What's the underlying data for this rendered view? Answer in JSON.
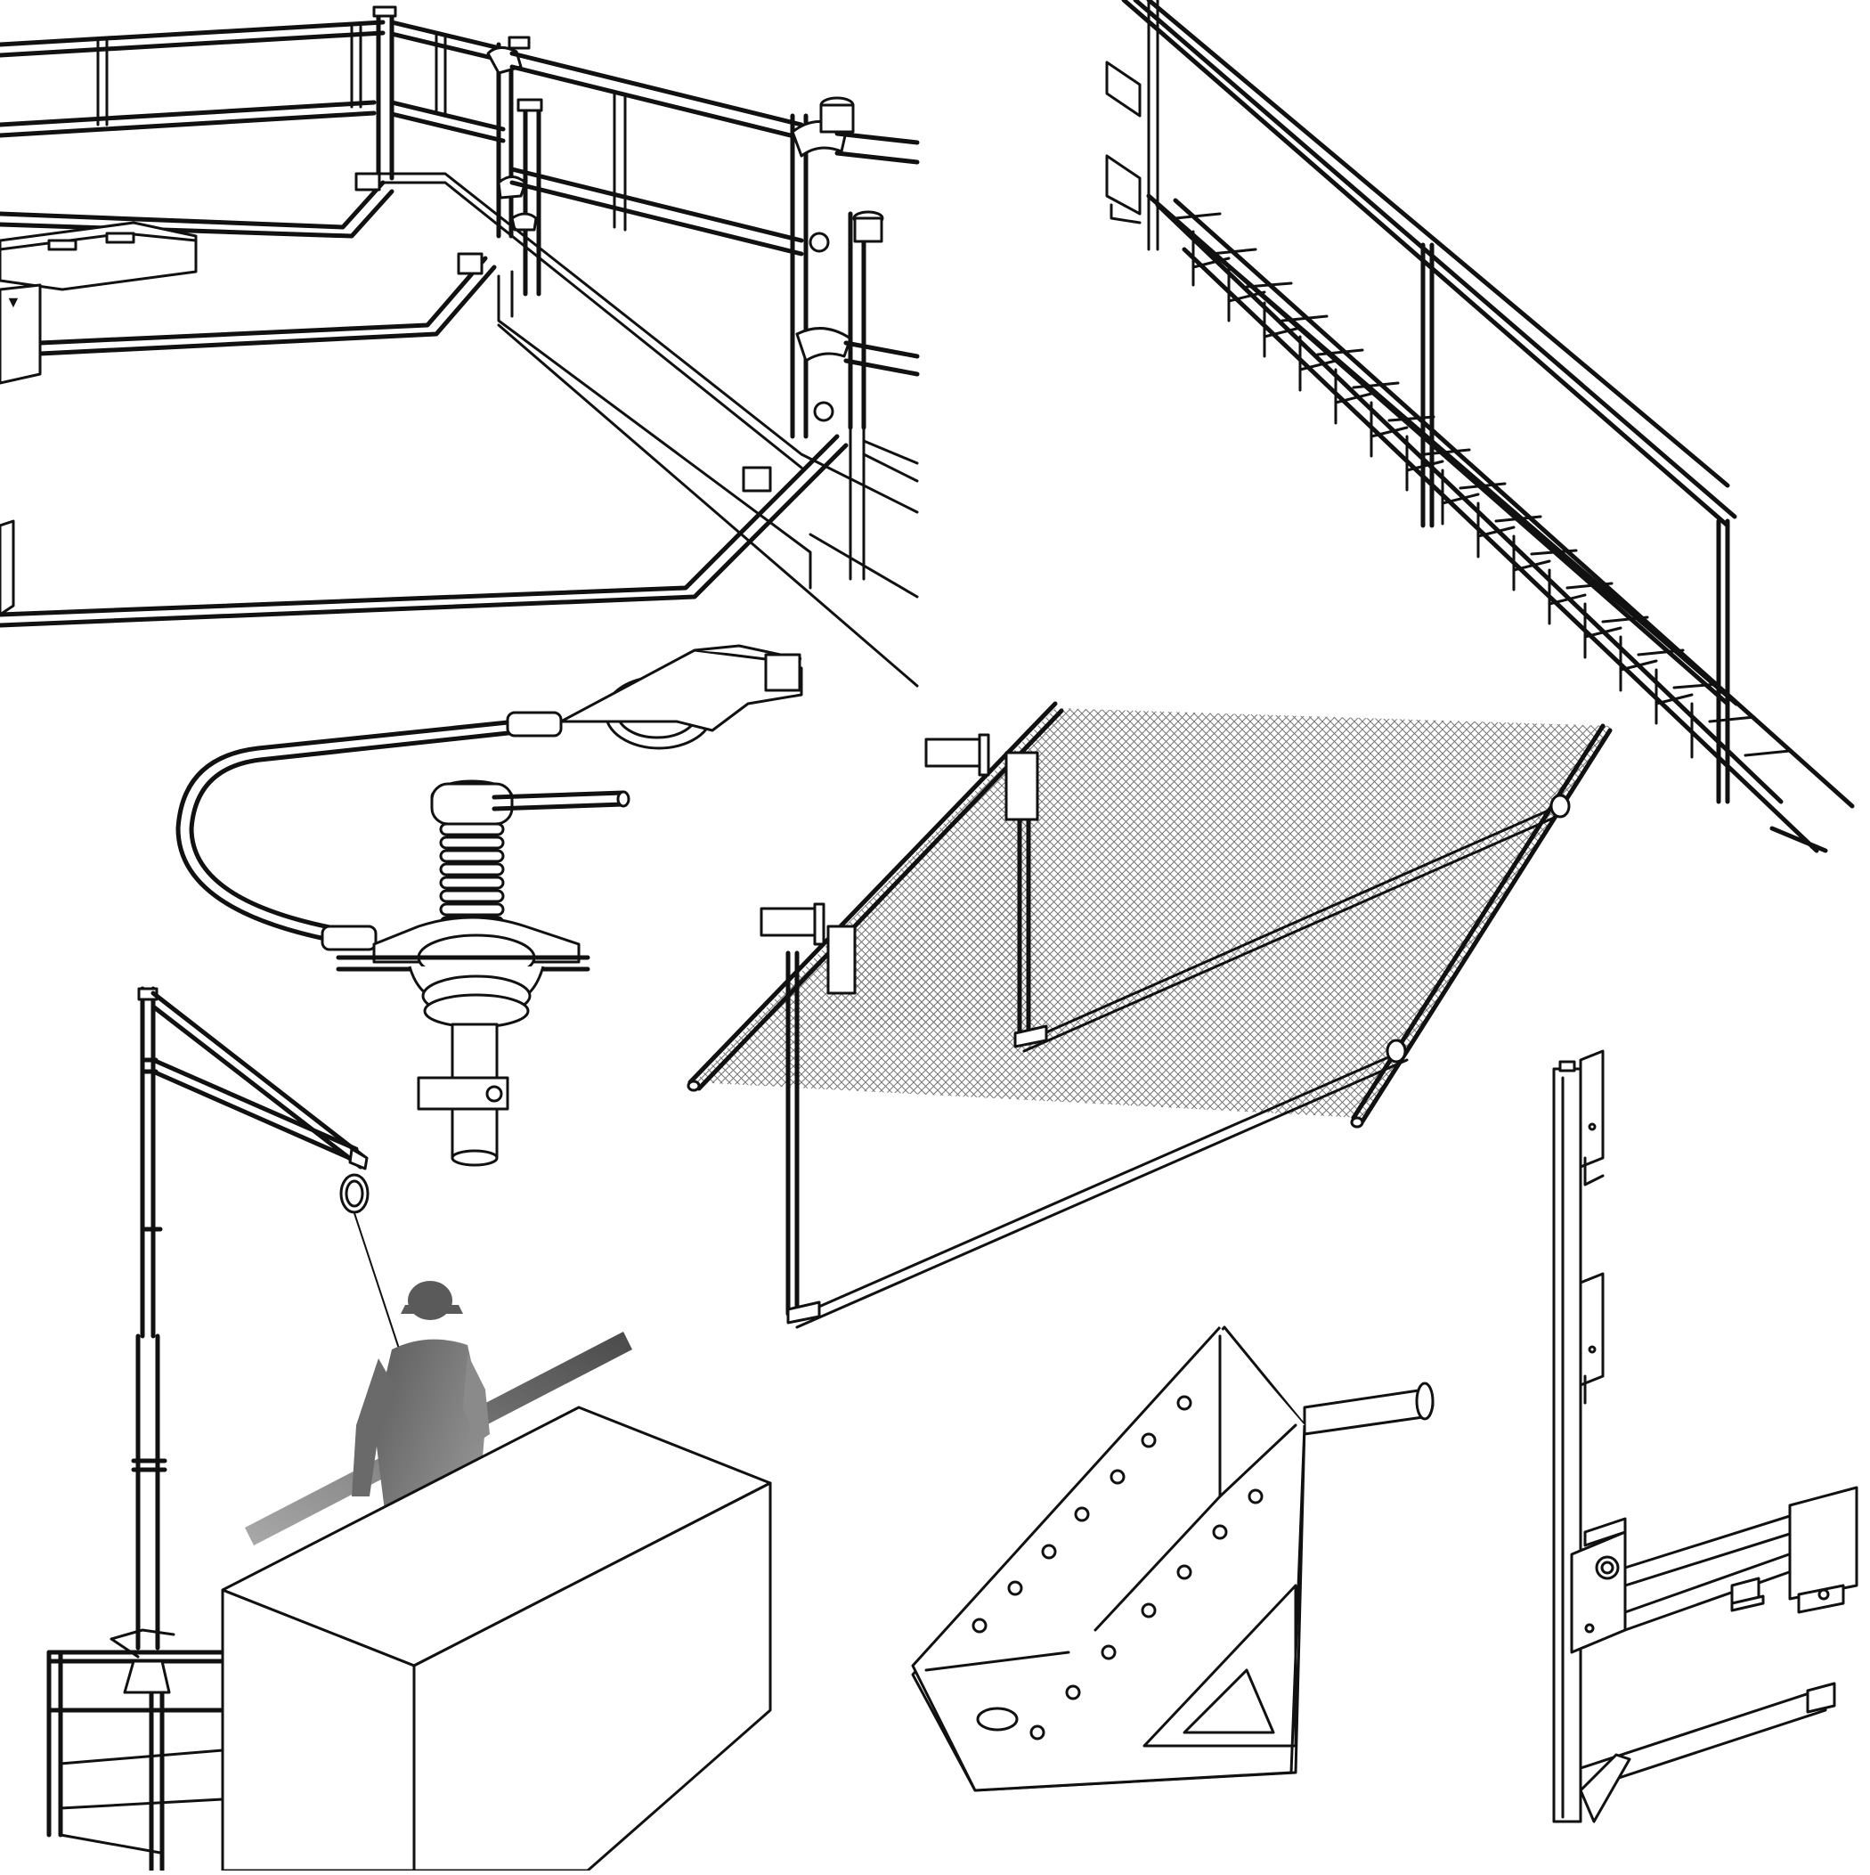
{
  "illustration": {
    "panels": [
      {
        "id": "guardrail-system",
        "icon": "guardrail-icon"
      },
      {
        "id": "stair-with-handrail",
        "icon": "stairs-icon"
      },
      {
        "id": "swivel-anchor-lanyard",
        "icon": "anchor-icon"
      },
      {
        "id": "safety-net-frame",
        "icon": "net-icon"
      },
      {
        "id": "davit-arm-worker",
        "icon": "davit-icon"
      },
      {
        "id": "triangular-bracket",
        "icon": "bracket-icon"
      },
      {
        "id": "wall-bracket-post",
        "icon": "post-icon"
      }
    ],
    "colors": {
      "line": "#111111",
      "background": "#ffffff",
      "net_fill": "#b4b4b4",
      "worker_dark": "#5a5a5a",
      "worker_light": "#a8a8a8"
    }
  }
}
